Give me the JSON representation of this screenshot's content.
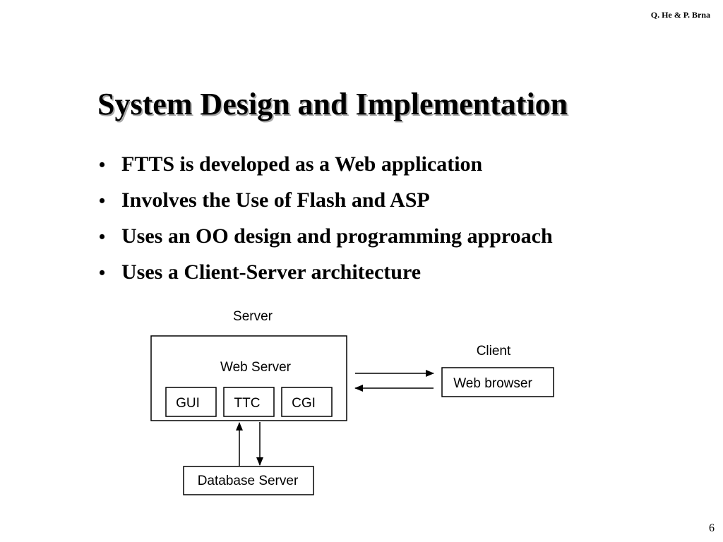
{
  "header": {
    "author": "Q. He & P. Brna"
  },
  "slide": {
    "title": "System Design and Implementation",
    "bullets": [
      "FTTS is developed as a Web application",
      "Involves the Use of Flash and ASP",
      "Uses an OO design and programming approach",
      "Uses a Client-Server architecture"
    ],
    "bullet_symbol": "•"
  },
  "diagram": {
    "server_label": "Server",
    "web_server_label": "Web Server",
    "modules": [
      "GUI",
      "TTC",
      "CGI"
    ],
    "client_label": "Client",
    "browser_label": "Web browser",
    "database_label": "Database Server"
  },
  "footer": {
    "page_number": "6"
  }
}
